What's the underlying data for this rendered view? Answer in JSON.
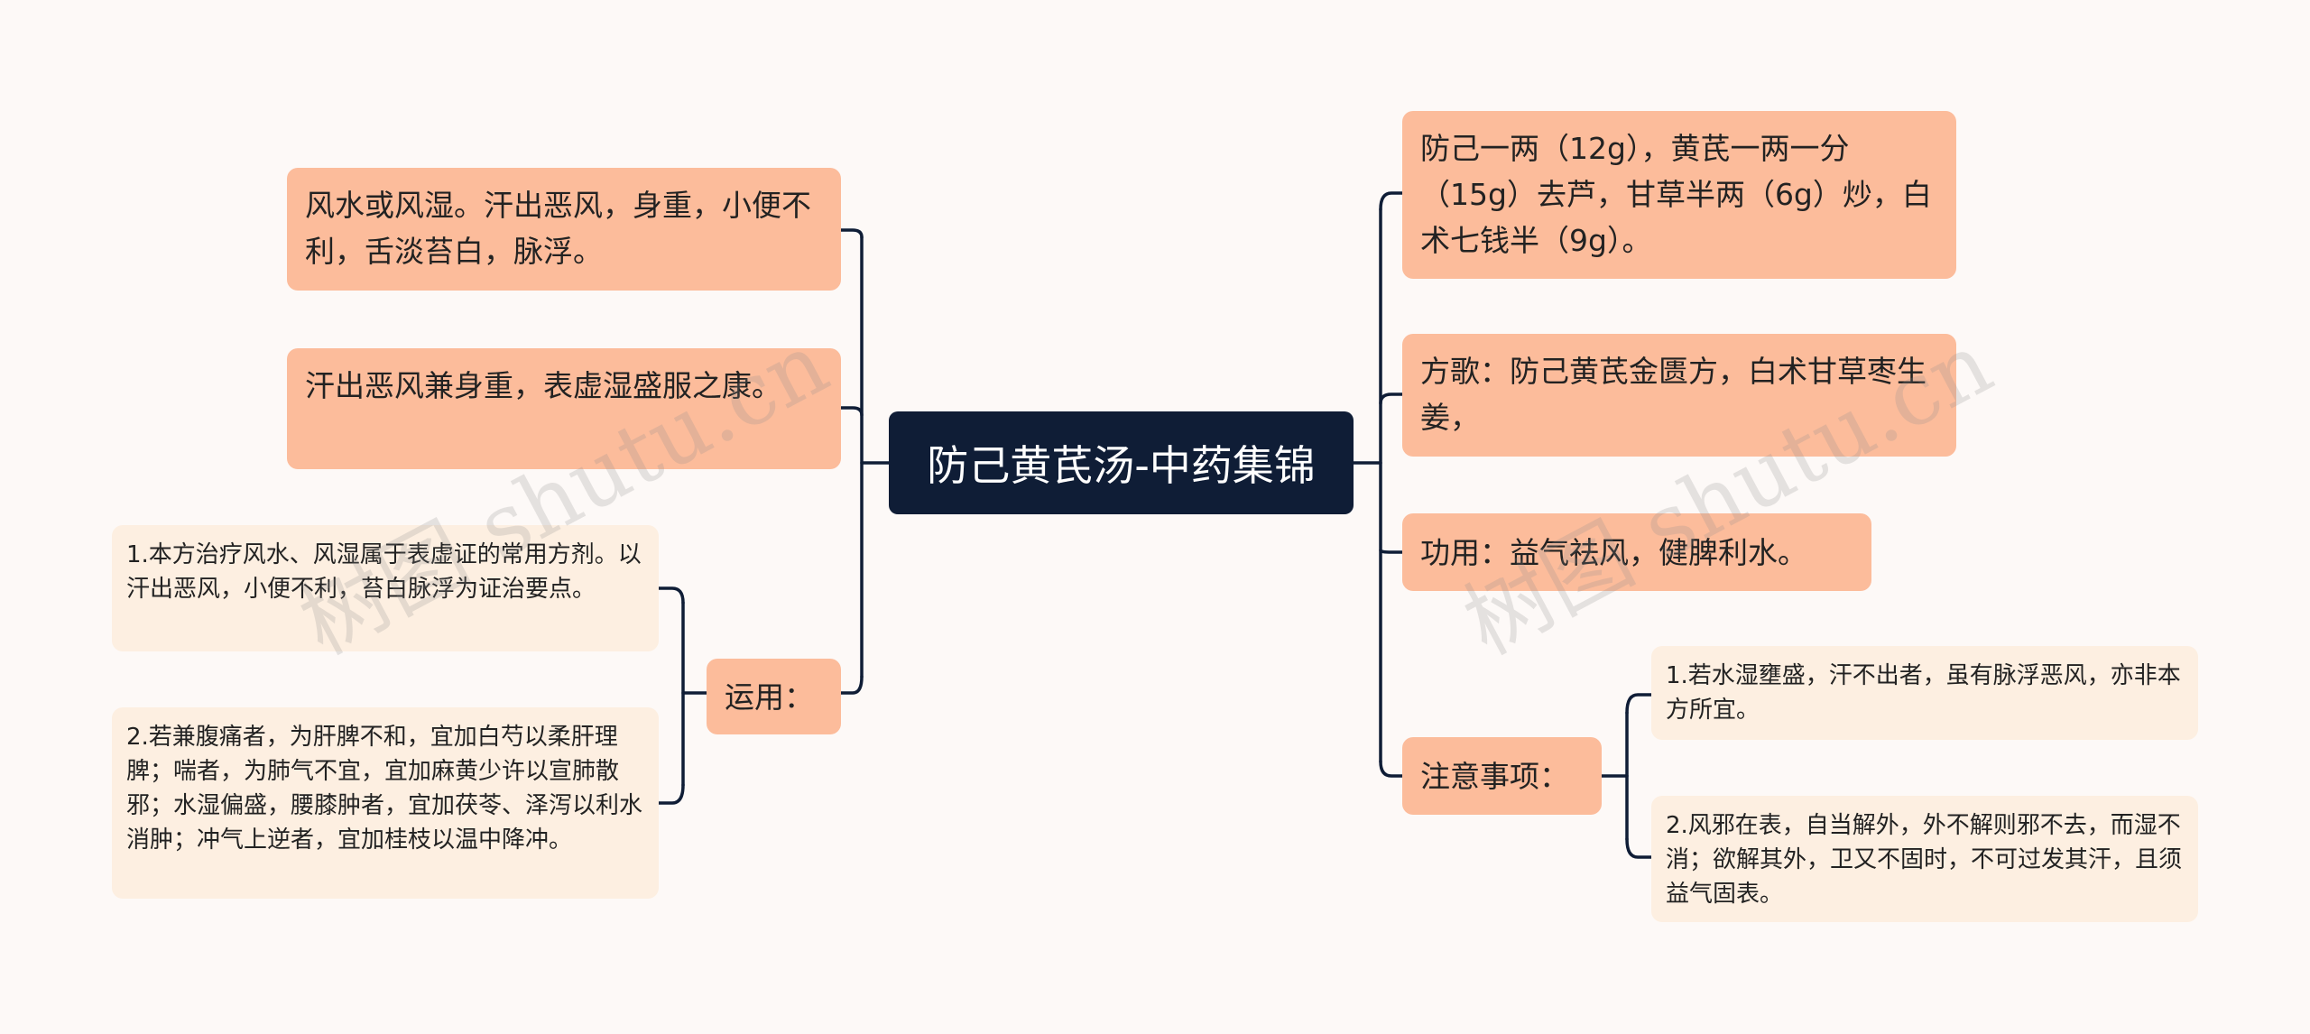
{
  "root": {
    "label": "防己黄芪汤-中药集锦"
  },
  "left": {
    "indications": "风水或风湿。汗出恶风，身重，小便不利，舌淡苔白，脉浮。",
    "pattern": "汗出恶风兼身重，表虚湿盛服之康。",
    "usage": {
      "label": "运用：",
      "items": [
        "1.本方治疗风水、风湿属于表虚证的常用方剂。以汗出恶风，小便不利，苔白脉浮为证治要点。",
        "2.若兼腹痛者，为肝脾不和，宜加白芍以柔肝理脾；喘者，为肺气不宜，宜加麻黄少许以宣肺散邪；水湿偏盛，腰膝肿者，宜加茯苓、泽泻以利水消肿；冲气上逆者，宜加桂枝以温中降冲。"
      ]
    }
  },
  "right": {
    "composition": "防己一两（12g），黄芪一两一分（15g）去芦，甘草半两（6g）炒，白术七钱半（9g）。",
    "song": "方歌：防己黄芪金匮方，白术甘草枣生姜，",
    "function": "功用：益气祛风，健脾利水。",
    "cautions": {
      "label": "注意事项：",
      "items": [
        "1.若水湿壅盛，汗不出者，虽有脉浮恶风，亦非本方所宜。",
        "2.风邪在表，自当解外，外不解则邪不去，而湿不消；欲解其外，卫又不固时，不可过发其汗，且须益气固表。"
      ]
    }
  },
  "watermark": "树图 shutu.cn",
  "colors": {
    "root_bg": "#0f1d36",
    "level1_bg": "#fcbc9b",
    "level2_bg": "#fdefe1",
    "link": "#0f1d36",
    "background": "#fdf9f7"
  }
}
